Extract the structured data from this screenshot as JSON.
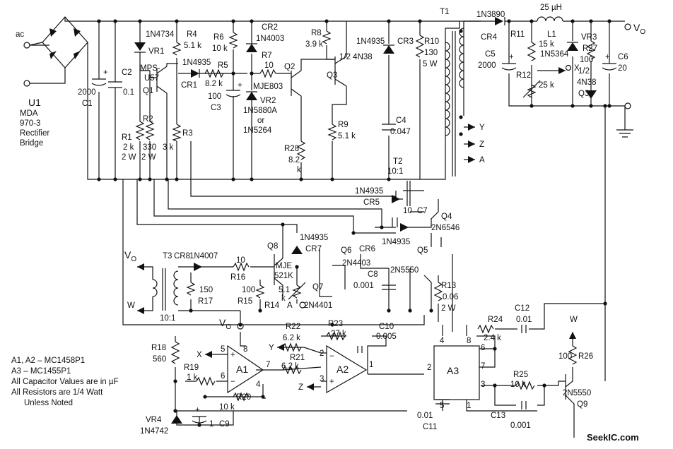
{
  "input": {
    "ac": "ac",
    "bridge": [
      "U1",
      "MDA",
      "970-3",
      "Rectifier",
      "Bridge"
    ]
  },
  "components": {
    "C1": [
      "2000",
      "C1"
    ],
    "C2": [
      "C2",
      "0.1"
    ],
    "VR1": [
      "1N4734",
      "VR1"
    ],
    "Q1": [
      "MPS-",
      "U57",
      "Q1"
    ],
    "R1": [
      "R1",
      "2 k",
      "2 W"
    ],
    "R2": [
      "R2",
      "330",
      "2 W"
    ],
    "R3": [
      "R3",
      "3 k"
    ],
    "R4": [
      "R4",
      "5.1 k"
    ],
    "R6": [
      "R6",
      "10 k"
    ],
    "CR1": [
      "1N4935",
      "CR1"
    ],
    "R5": [
      "R5",
      "8.2 k"
    ],
    "C3": [
      "100",
      "C3"
    ],
    "CR2": [
      "CR2",
      "1N4003"
    ],
    "R7": [
      "R7",
      "10"
    ],
    "VR2": [
      "VR2",
      "1N5880A",
      "or",
      "1N5264"
    ],
    "Q2": [
      "Q2",
      "MJE803"
    ],
    "R8": [
      "R8",
      "3.9 k"
    ],
    "Q3a": [
      "1/2 4N38",
      "Q3"
    ],
    "R9": [
      "R9",
      "5.1 k"
    ],
    "R28": [
      "R28",
      "8.2",
      "k"
    ],
    "CR3": [
      "1N4935",
      "CR3"
    ],
    "R10": [
      "R10",
      "130",
      "5 W"
    ],
    "C4": [
      "C4",
      "0.047"
    ],
    "T1": "T1",
    "T2": [
      "T2",
      "10:1"
    ],
    "CR4": [
      "1N3890",
      "CR4"
    ],
    "L1": [
      "25 µH",
      "L1"
    ],
    "R11": [
      "R11",
      "15 k"
    ],
    "C5": [
      "C5",
      "2000"
    ],
    "R12": [
      "R12",
      "25 k"
    ],
    "VR3": [
      "VR3",
      "1N5364"
    ],
    "R27": [
      "R27",
      "100",
      "1/2"
    ],
    "Q3b": [
      "4N38",
      "Q3"
    ],
    "C6": [
      "C6",
      "20"
    ],
    "CR5": [
      "1N4935",
      "CR5"
    ],
    "C7": [
      "10",
      "C7"
    ],
    "CR6": [
      "1N4935",
      "CR6"
    ],
    "Q4": [
      "Q4",
      "2N6546"
    ],
    "Q5": "Q5",
    "Q6": [
      "Q6",
      "2N4403"
    ],
    "C8": [
      "C8",
      "0.001"
    ],
    "Q7": [
      "Q7",
      "2N4401"
    ],
    "Q5b": "2N5550",
    "R13": [
      "R13",
      "0.06",
      "2 W"
    ],
    "CR7": [
      "1N4935",
      "CR7"
    ],
    "Q8": [
      "Q8",
      "MJE",
      "521K"
    ],
    "R14": [
      "5.1",
      "k",
      "R14"
    ],
    "R15": [
      "100",
      "R15"
    ],
    "R16": [
      "10",
      "R16"
    ],
    "CR8": [
      "CR8",
      "1N4007"
    ],
    "T3": [
      "T3",
      "10:1"
    ],
    "R17": [
      "150",
      "R17"
    ],
    "R18": [
      "R18",
      "560"
    ],
    "R19": [
      "R19",
      "1 k"
    ],
    "R20": [
      "R20",
      "10 k"
    ],
    "C9": [
      "1",
      "C9"
    ],
    "VR4": [
      "VR4",
      "1N4742"
    ],
    "R22": [
      "R22",
      "6.2 k"
    ],
    "R21": [
      "R21",
      "6.2 k"
    ],
    "R23": [
      "R23",
      "27 k"
    ],
    "C10": [
      "C10",
      "0.005"
    ],
    "R24": [
      "R24",
      "2.4 k"
    ],
    "C12": [
      "C12",
      "0.01"
    ],
    "R25": [
      "R25",
      "10 k"
    ],
    "C13": [
      "C13",
      "0.001"
    ],
    "C11": [
      "0.01",
      "C11"
    ],
    "R26": [
      "100",
      "R26"
    ],
    "Q9": [
      "2N5550",
      "Q9"
    ]
  },
  "blocks": {
    "A1": "A1",
    "A2": "A2",
    "A3": "A3"
  },
  "pins": {
    "a1": [
      "5",
      "8",
      "7",
      "6",
      "4"
    ],
    "a2": [
      "2",
      "1",
      "3"
    ],
    "a3": [
      "4",
      "8",
      "6",
      "7",
      "2",
      "3",
      "5",
      "1"
    ]
  },
  "nodes": {
    "vo": "V",
    "vo_sub": "O",
    "x": "X",
    "y": "Y",
    "z": "Z",
    "a": "A",
    "w": "W",
    "plus": "+",
    "minus": "−"
  },
  "notes": [
    "A1, A2 – MC1458P1",
    "A3 – MC1455P1",
    "All Capacitor Values are in µF",
    "All Resistors are 1/4 Watt",
    "Unless Noted"
  ],
  "watermark": "SeekIC.com"
}
